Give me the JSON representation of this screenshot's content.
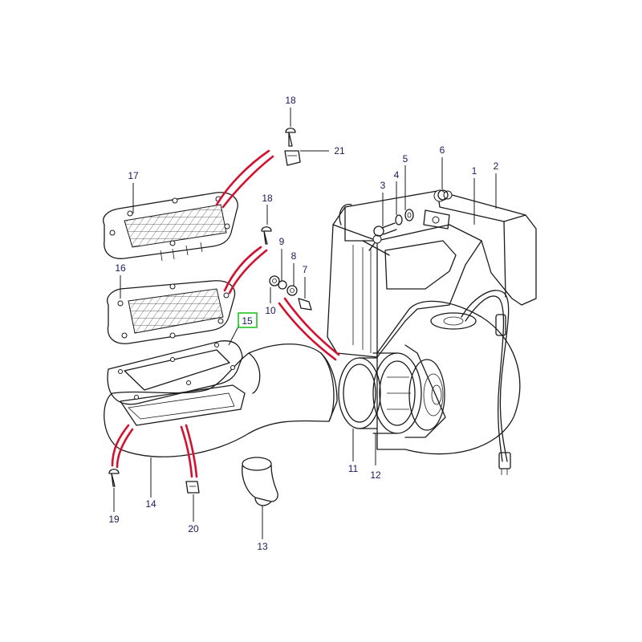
{
  "diagram": {
    "accent_highlight": "#22c422",
    "link_color": "#d2122e",
    "callouts": [
      {
        "id": "c1",
        "label": "1"
      },
      {
        "id": "c2",
        "label": "2"
      },
      {
        "id": "c3",
        "label": "3"
      },
      {
        "id": "c4",
        "label": "4"
      },
      {
        "id": "c5",
        "label": "5"
      },
      {
        "id": "c6",
        "label": "6"
      },
      {
        "id": "c7",
        "label": "7"
      },
      {
        "id": "c8",
        "label": "8"
      },
      {
        "id": "c9",
        "label": "9"
      },
      {
        "id": "c10",
        "label": "10"
      },
      {
        "id": "c11",
        "label": "11"
      },
      {
        "id": "c12",
        "label": "12"
      },
      {
        "id": "c13",
        "label": "13"
      },
      {
        "id": "c14",
        "label": "14"
      },
      {
        "id": "c15",
        "label": "15",
        "highlighted": true
      },
      {
        "id": "c16",
        "label": "16"
      },
      {
        "id": "c17",
        "label": "17"
      },
      {
        "id": "c18a",
        "label": "18"
      },
      {
        "id": "c18b",
        "label": "18"
      },
      {
        "id": "c19",
        "label": "19"
      },
      {
        "id": "c20",
        "label": "20"
      },
      {
        "id": "c21",
        "label": "21"
      }
    ]
  }
}
